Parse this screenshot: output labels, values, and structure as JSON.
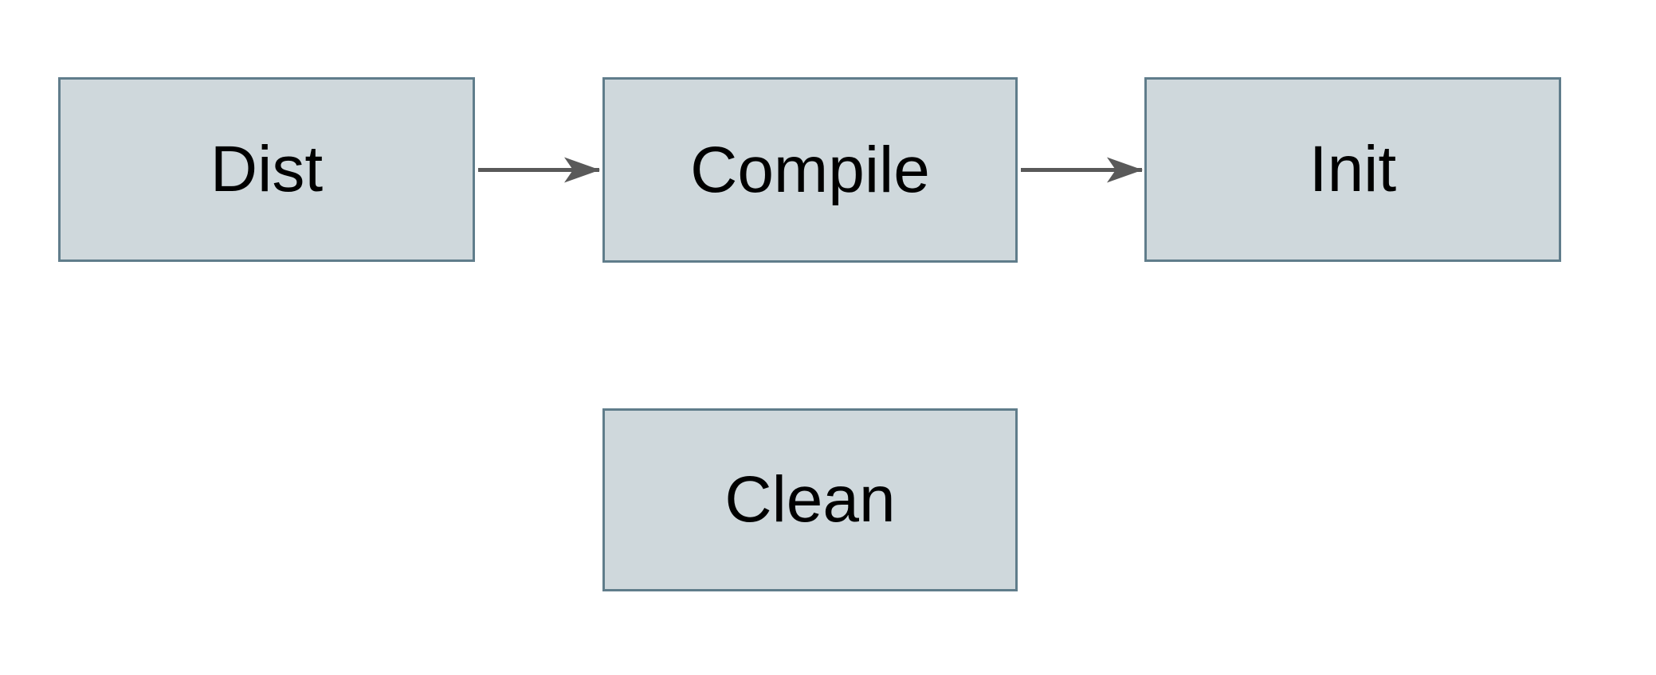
{
  "diagram": {
    "type": "flowchart",
    "nodes": [
      {
        "id": "dist",
        "label": "Dist"
      },
      {
        "id": "compile",
        "label": "Compile"
      },
      {
        "id": "init",
        "label": "Init"
      },
      {
        "id": "clean",
        "label": "Clean"
      }
    ],
    "edges": [
      {
        "from": "dist",
        "to": "compile",
        "direction": "right",
        "style": "solid-arrow"
      },
      {
        "from": "compile",
        "to": "init",
        "direction": "right",
        "style": "solid-arrow"
      }
    ],
    "colors": {
      "node_fill": "#cfd8dc",
      "node_border": "#607d8b",
      "arrow": "#595959",
      "text": "#000000",
      "background": "#ffffff"
    }
  }
}
